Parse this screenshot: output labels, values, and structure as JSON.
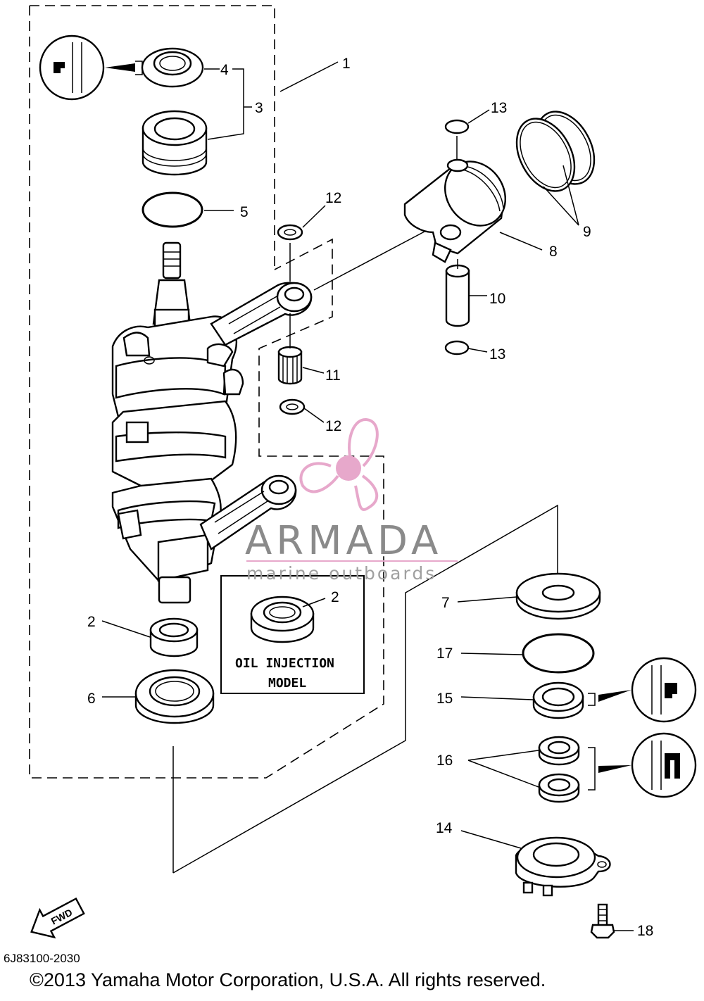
{
  "diagram": {
    "callouts": [
      {
        "id": "c1",
        "text": "1"
      },
      {
        "id": "c2a",
        "text": "2"
      },
      {
        "id": "c2b",
        "text": "2"
      },
      {
        "id": "c3",
        "text": "3"
      },
      {
        "id": "c4",
        "text": "4"
      },
      {
        "id": "c5",
        "text": "5"
      },
      {
        "id": "c6",
        "text": "6"
      },
      {
        "id": "c7",
        "text": "7"
      },
      {
        "id": "c8",
        "text": "8"
      },
      {
        "id": "c9",
        "text": "9"
      },
      {
        "id": "c10",
        "text": "10"
      },
      {
        "id": "c11",
        "text": "11"
      },
      {
        "id": "c12a",
        "text": "12"
      },
      {
        "id": "c12b",
        "text": "12"
      },
      {
        "id": "c13a",
        "text": "13"
      },
      {
        "id": "c13b",
        "text": "13"
      },
      {
        "id": "c14",
        "text": "14"
      },
      {
        "id": "c15",
        "text": "15"
      },
      {
        "id": "c16",
        "text": "16"
      },
      {
        "id": "c17",
        "text": "17"
      },
      {
        "id": "c18",
        "text": "18"
      }
    ],
    "oil_injection_note": {
      "line1": "OIL INJECTION",
      "line2": "MODEL"
    },
    "fwd_label": "FWD",
    "diagram_code": "6J83100-2030",
    "copyright": "©2013 Yamaha Motor Corporation, U.S.A. All rights reserved."
  },
  "watermark": {
    "brand": "ARMADA",
    "tagline": "marine outboards",
    "logo_color": "#e7a8cb",
    "text_color": "#8a8a8a"
  }
}
